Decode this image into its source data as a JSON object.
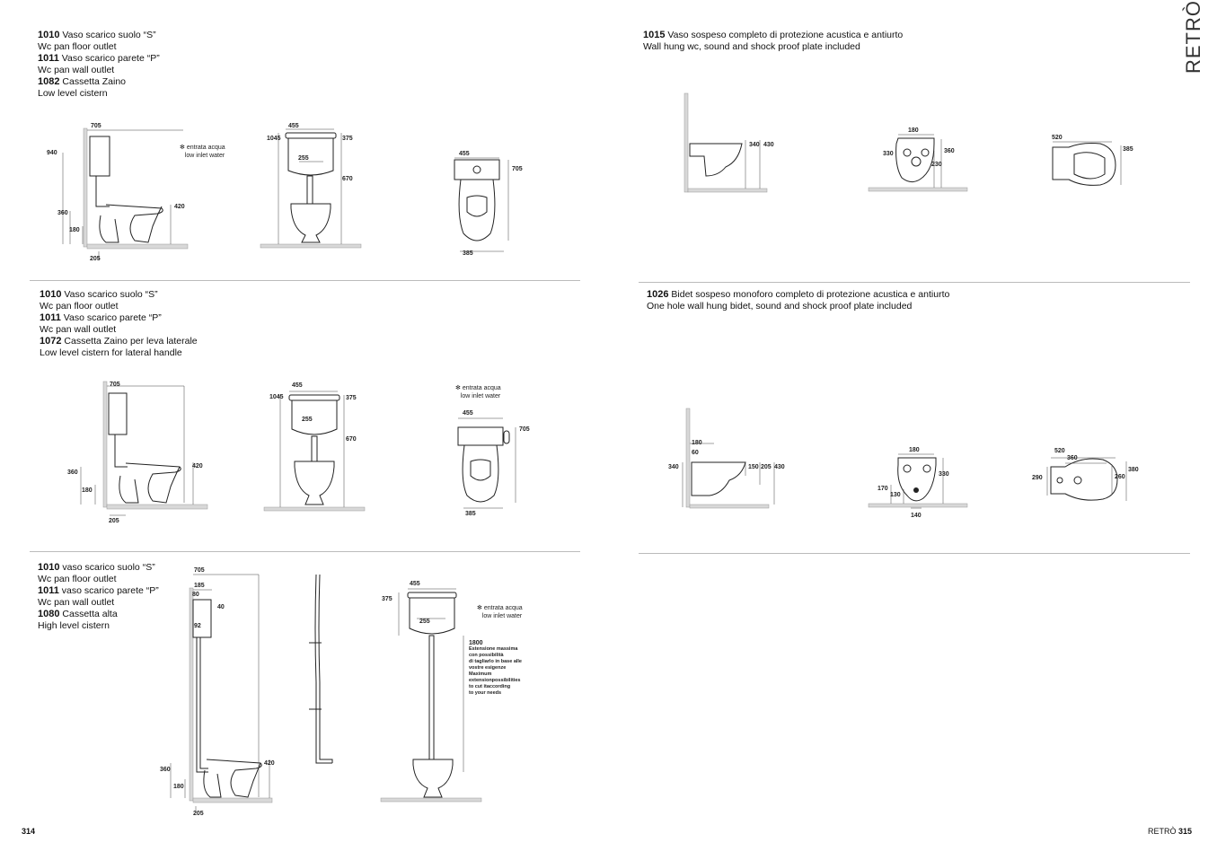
{
  "brand": "RETRÒ",
  "footer": {
    "left_page": "314",
    "right_brand": "RETRÒ",
    "right_page": "315"
  },
  "sections": [
    {
      "lines": [
        {
          "code": "1010",
          "text": " Vaso scarico suolo “S”"
        },
        {
          "text": "Wc pan floor outlet"
        },
        {
          "code": "1011",
          "text": " Vaso scarico parete “P”"
        },
        {
          "text": "Wc pan wall outlet"
        },
        {
          "code": "1082",
          "text": " Cassetta Zaino"
        },
        {
          "text": "Low level cistern"
        }
      ],
      "dims": [
        "705",
        "940",
        "360",
        "180",
        "205",
        "420",
        "455",
        "1045",
        "375",
        "255",
        "670",
        "455",
        "705",
        "385"
      ],
      "note": {
        "star": "✻",
        "it": "entrata acqua",
        "en": "low inlet water"
      }
    },
    {
      "lines": [
        {
          "code": "1010",
          "text": " Vaso scarico suolo “S”"
        },
        {
          "text": "Wc pan floor outlet"
        },
        {
          "code": "1011",
          "text": " Vaso scarico parete “P”"
        },
        {
          "text": "Wc pan wall outlet"
        },
        {
          "code": "1072",
          "text": " Cassetta Zaino per leva laterale"
        },
        {
          "text": "Low level cistern for lateral handle"
        }
      ],
      "dims": [
        "705",
        "360",
        "180",
        "205",
        "420",
        "455",
        "1045",
        "375",
        "255",
        "670",
        "455",
        "705",
        "385"
      ],
      "note": {
        "star": "✻",
        "it": "entrata acqua",
        "en": "low inlet water"
      }
    },
    {
      "lines": [
        {
          "code": "1010",
          "text": " vaso scarico suolo “S”"
        },
        {
          "text": "Wc pan floor outlet"
        },
        {
          "code": "1011",
          "text": " vaso scarico parete “P”"
        },
        {
          "text": "Wc pan wall outlet"
        },
        {
          "code": "1080",
          "text": " Cassetta alta"
        },
        {
          "text": "High level cistern"
        }
      ],
      "dims": [
        "705",
        "185",
        "80",
        "40",
        "92",
        "360",
        "180",
        "205",
        "420",
        "455",
        "375",
        "255"
      ],
      "note": {
        "star": "✻",
        "it": "entrata acqua",
        "en": "low inlet water"
      },
      "extension": {
        "value": "1800",
        "text": [
          "Estensione massima",
          "con possibilità",
          "di tagliarlo in base alle",
          "vostre esigenze",
          "Maximum",
          "extensionpossibilities",
          "to cut itaccording",
          "to your needs"
        ]
      }
    },
    {
      "lines": [
        {
          "code": "1015",
          "text": " Vaso sospeso completo di protezione acustica e antiurto"
        },
        {
          "text": "Wall hung wc, sound and shock proof plate included"
        }
      ],
      "dims": [
        "340",
        "430",
        "180",
        "330",
        "360",
        "230",
        "520",
        "385"
      ]
    },
    {
      "lines": [
        {
          "code": "1026",
          "text": " Bidet sospeso monoforo completo di protezione acustica e antiurto"
        },
        {
          "text": "One hole wall hung bidet, sound and shock proof plate included"
        }
      ],
      "dims": [
        "180",
        "60",
        "340",
        "150",
        "205",
        "430",
        "180",
        "330",
        "170",
        "130",
        "140",
        "520",
        "360",
        "290",
        "260",
        "380"
      ]
    }
  ]
}
